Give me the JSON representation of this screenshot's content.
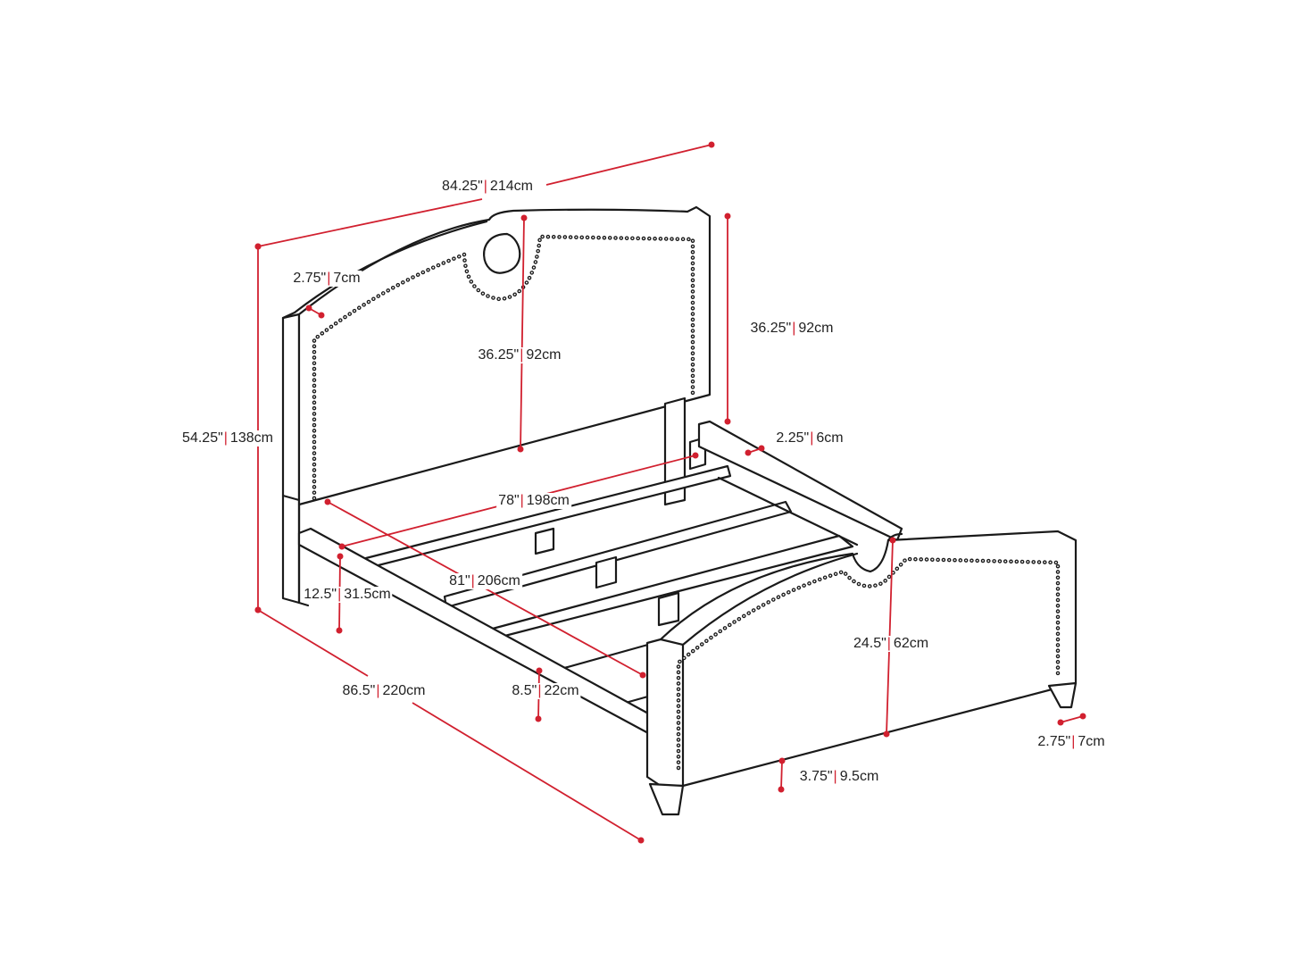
{
  "colors": {
    "dimension": "#d1202f",
    "outline": "#1a1a1a"
  },
  "dimensions": {
    "overall_width": {
      "imperial": "84.25\"",
      "metric": "214cm"
    },
    "overall_height": {
      "imperial": "54.25\"",
      "metric": "138cm"
    },
    "overall_length": {
      "imperial": "86.5\"",
      "metric": "220cm"
    },
    "headboard_panel_height": {
      "imperial": "36.25\"",
      "metric": "92cm"
    },
    "headboard_post_height": {
      "imperial": "36.25\"",
      "metric": "92cm"
    },
    "rail_thickness": {
      "imperial": "2.25\"",
      "metric": "6cm"
    },
    "post_thickness_head": {
      "imperial": "2.75\"",
      "metric": "7cm"
    },
    "inner_width": {
      "imperial": "78\"",
      "metric": "198cm"
    },
    "inner_length": {
      "imperial": "81\"",
      "metric": "206cm"
    },
    "rail_clearance": {
      "imperial": "12.5\"",
      "metric": "31.5cm"
    },
    "rail_height": {
      "imperial": "8.5\"",
      "metric": "22cm"
    },
    "footboard_height": {
      "imperial": "24.5\"",
      "metric": "62cm"
    },
    "leg_height": {
      "imperial": "3.75\"",
      "metric": "9.5cm"
    },
    "post_thickness_foot": {
      "imperial": "2.75\"",
      "metric": "7cm"
    }
  }
}
